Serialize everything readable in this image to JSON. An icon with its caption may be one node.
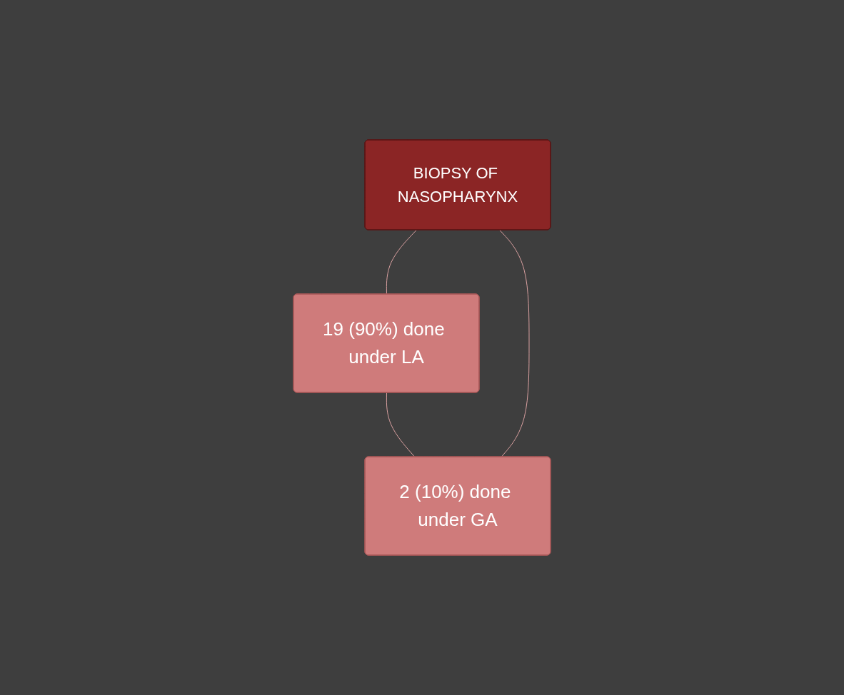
{
  "diagram": {
    "nodes": [
      {
        "text": [
          "BIOPSY OF NASOPHARYNX"
        ]
      },
      {
        "text": [
          "2 (10%) done under GA"
        ]
      },
      {
        "text": [
          "19 (90%) done under LA"
        ]
      }
    ],
    "edges": [
      {
        "from": 0,
        "to": 2,
        "arrow": "none"
      },
      {
        "from": 2,
        "to": 1,
        "arrow": "none"
      },
      {
        "from": 1,
        "to": 0,
        "arrow": "none"
      }
    ]
  }
}
